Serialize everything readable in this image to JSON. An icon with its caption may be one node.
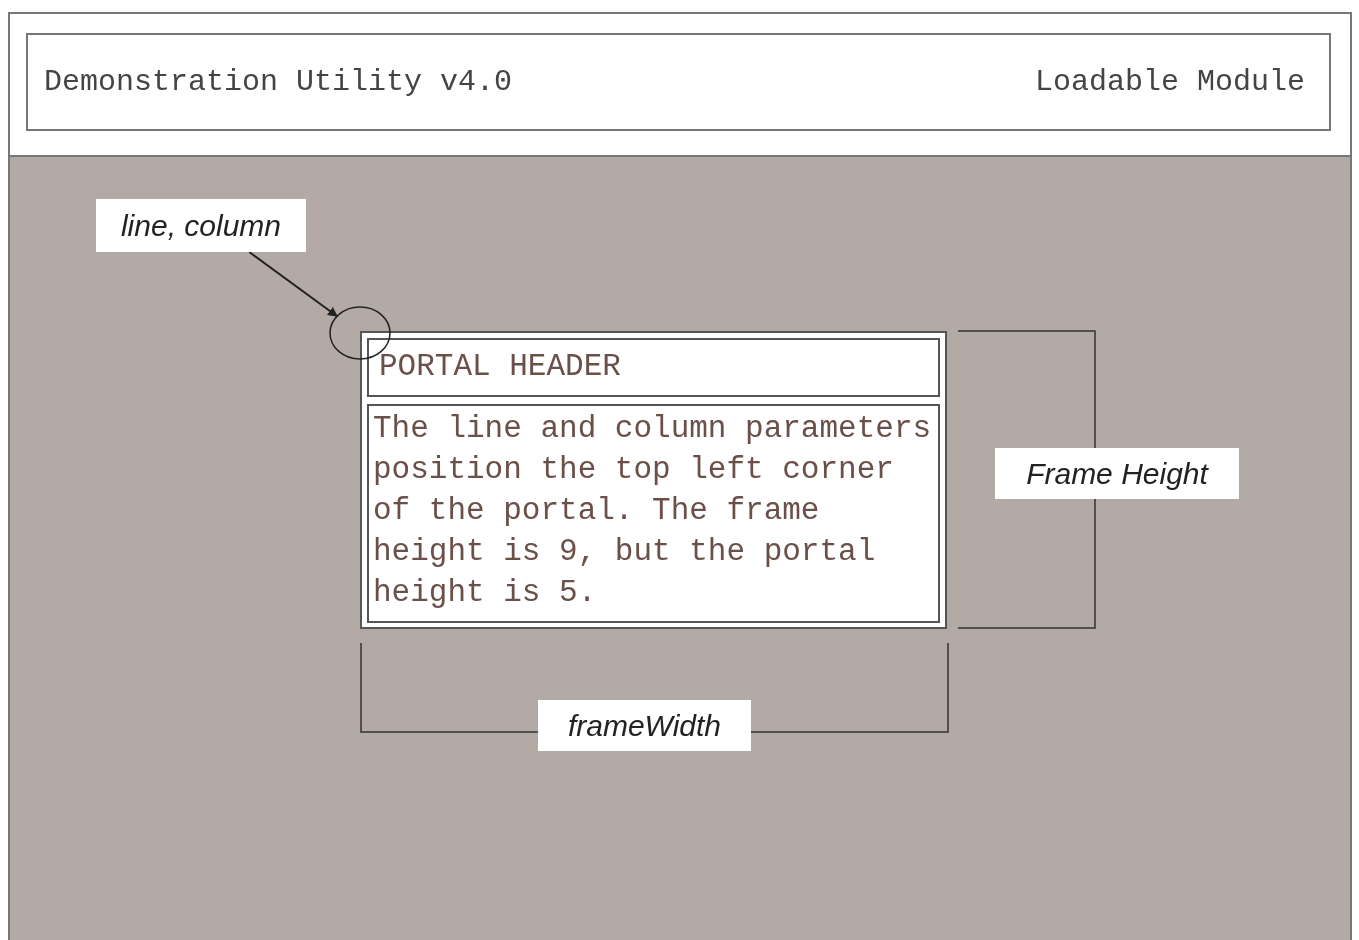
{
  "diagram": {
    "nodes": [
      {
        "text": [
          "Demonstration Utility v4.0",
          "Loadable Module"
        ]
      },
      {
        "text": [
          "line, column"
        ]
      },
      {
        "text": [],
        "shape": "circle"
      },
      {
        "text": [],
        "shape": "box"
      },
      {
        "text": [
          "PORTAL HEADER"
        ],
        "in": 3
      },
      {
        "text": [
          "The line and column parameters position the top left corner of the portal. The frame height is 9, but the portal height is 5."
        ],
        "in": 3
      }
    ],
    "edges": [
      {
        "from": 1,
        "to": 2,
        "arrow": "to"
      }
    ],
    "labels": [
      "Frame Height",
      "frameWidth"
    ]
  }
}
